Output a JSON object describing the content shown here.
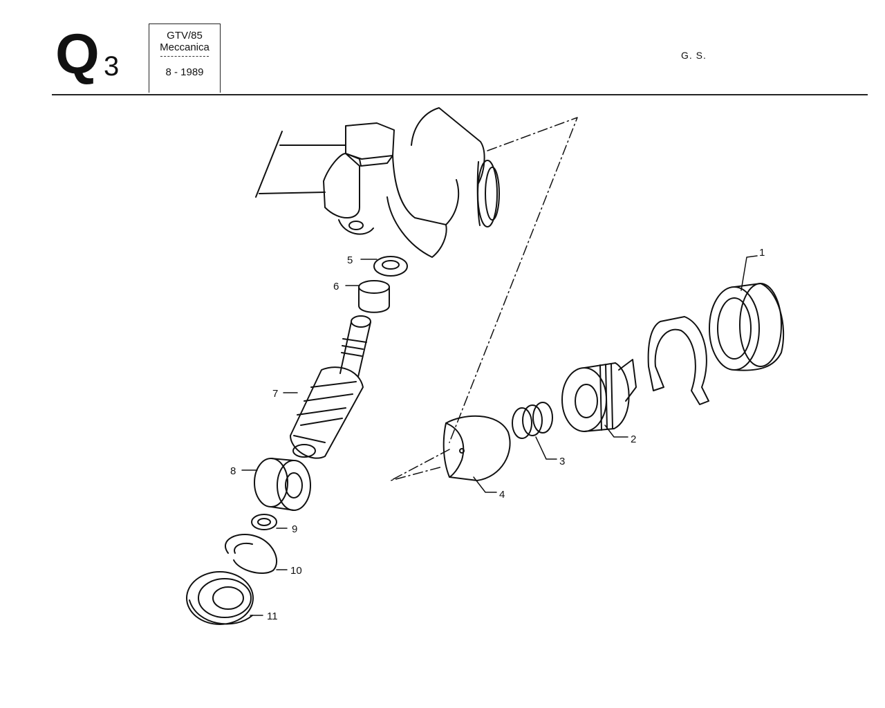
{
  "header": {
    "section_letter": "Q",
    "section_number": "3",
    "model": "GTV/85",
    "group": "Meccanica",
    "date": "8 - 1989",
    "code": "G. S."
  },
  "callouts": [
    {
      "id": "1",
      "label": "1"
    },
    {
      "id": "2",
      "label": "2"
    },
    {
      "id": "3",
      "label": "3"
    },
    {
      "id": "4",
      "label": "4"
    },
    {
      "id": "5",
      "label": "5"
    },
    {
      "id": "6",
      "label": "6"
    },
    {
      "id": "7",
      "label": "7"
    },
    {
      "id": "8",
      "label": "8"
    },
    {
      "id": "9",
      "label": "9"
    },
    {
      "id": "10",
      "label": "10"
    },
    {
      "id": "11",
      "label": "11"
    }
  ]
}
